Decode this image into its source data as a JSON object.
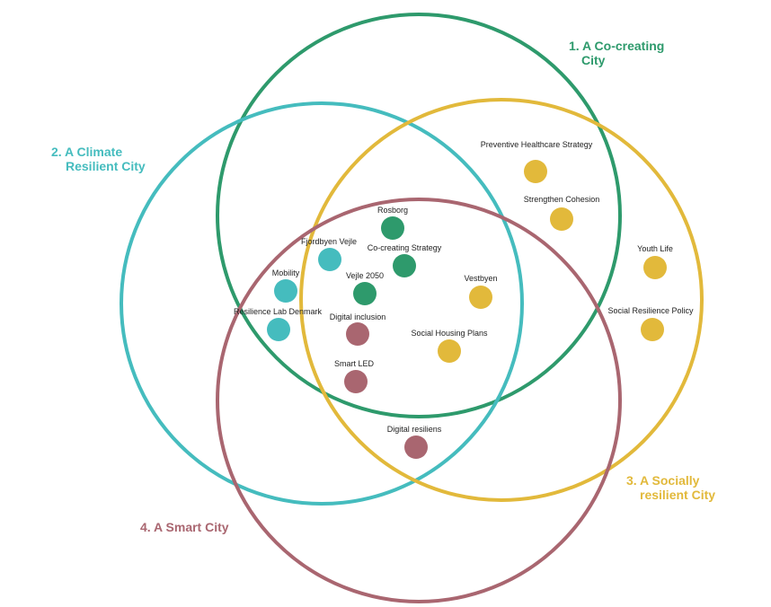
{
  "colors": {
    "green": "#2e9a6c",
    "teal": "#45bcbe",
    "yellow": "#e2b93b",
    "rose": "#a96670"
  },
  "sets": [
    {
      "id": "co-creating",
      "line1": "1. A Co-creating",
      "line2": "City",
      "color": "green"
    },
    {
      "id": "climate",
      "line1": "2. A Climate",
      "line2": "Resilient City",
      "color": "teal"
    },
    {
      "id": "social",
      "line1": "3. A Socially",
      "line2": "resilient City",
      "color": "yellow"
    },
    {
      "id": "smart",
      "line1": "4. A Smart City",
      "line2": "",
      "color": "rose"
    }
  ],
  "items": [
    {
      "id": "preventive-healthcare-strategy",
      "label": "Preventive Healthcare Strategy",
      "color": "yellow"
    },
    {
      "id": "strengthen-cohesion",
      "label": "Strengthen Cohesion",
      "color": "yellow"
    },
    {
      "id": "youth-life",
      "label": "Youth Life",
      "color": "yellow"
    },
    {
      "id": "social-resilience-policy",
      "label": "Social Resilience Policy",
      "color": "yellow"
    },
    {
      "id": "rosborg",
      "label": "Rosborg",
      "color": "green"
    },
    {
      "id": "co-creating-strategy",
      "label": "Co-creating Strategy",
      "color": "green"
    },
    {
      "id": "vejle-2050",
      "label": "Vejle 2050",
      "color": "green"
    },
    {
      "id": "fjordbyen-vejle",
      "label": "Fjordbyen Vejle",
      "color": "teal"
    },
    {
      "id": "mobility",
      "label": "Mobility",
      "color": "teal"
    },
    {
      "id": "resilience-lab-denmark",
      "label": "Resilience Lab Denmark",
      "color": "teal"
    },
    {
      "id": "vestbyen",
      "label": "Vestbyen",
      "color": "yellow"
    },
    {
      "id": "social-housing-plans",
      "label": "Social Housing Plans",
      "color": "yellow"
    },
    {
      "id": "digital-inclusion",
      "label": "Digital inclusion",
      "color": "rose"
    },
    {
      "id": "smart-led",
      "label": "Smart LED",
      "color": "rose"
    },
    {
      "id": "digital-resiliens",
      "label": "Digital resiliens",
      "color": "rose"
    }
  ]
}
